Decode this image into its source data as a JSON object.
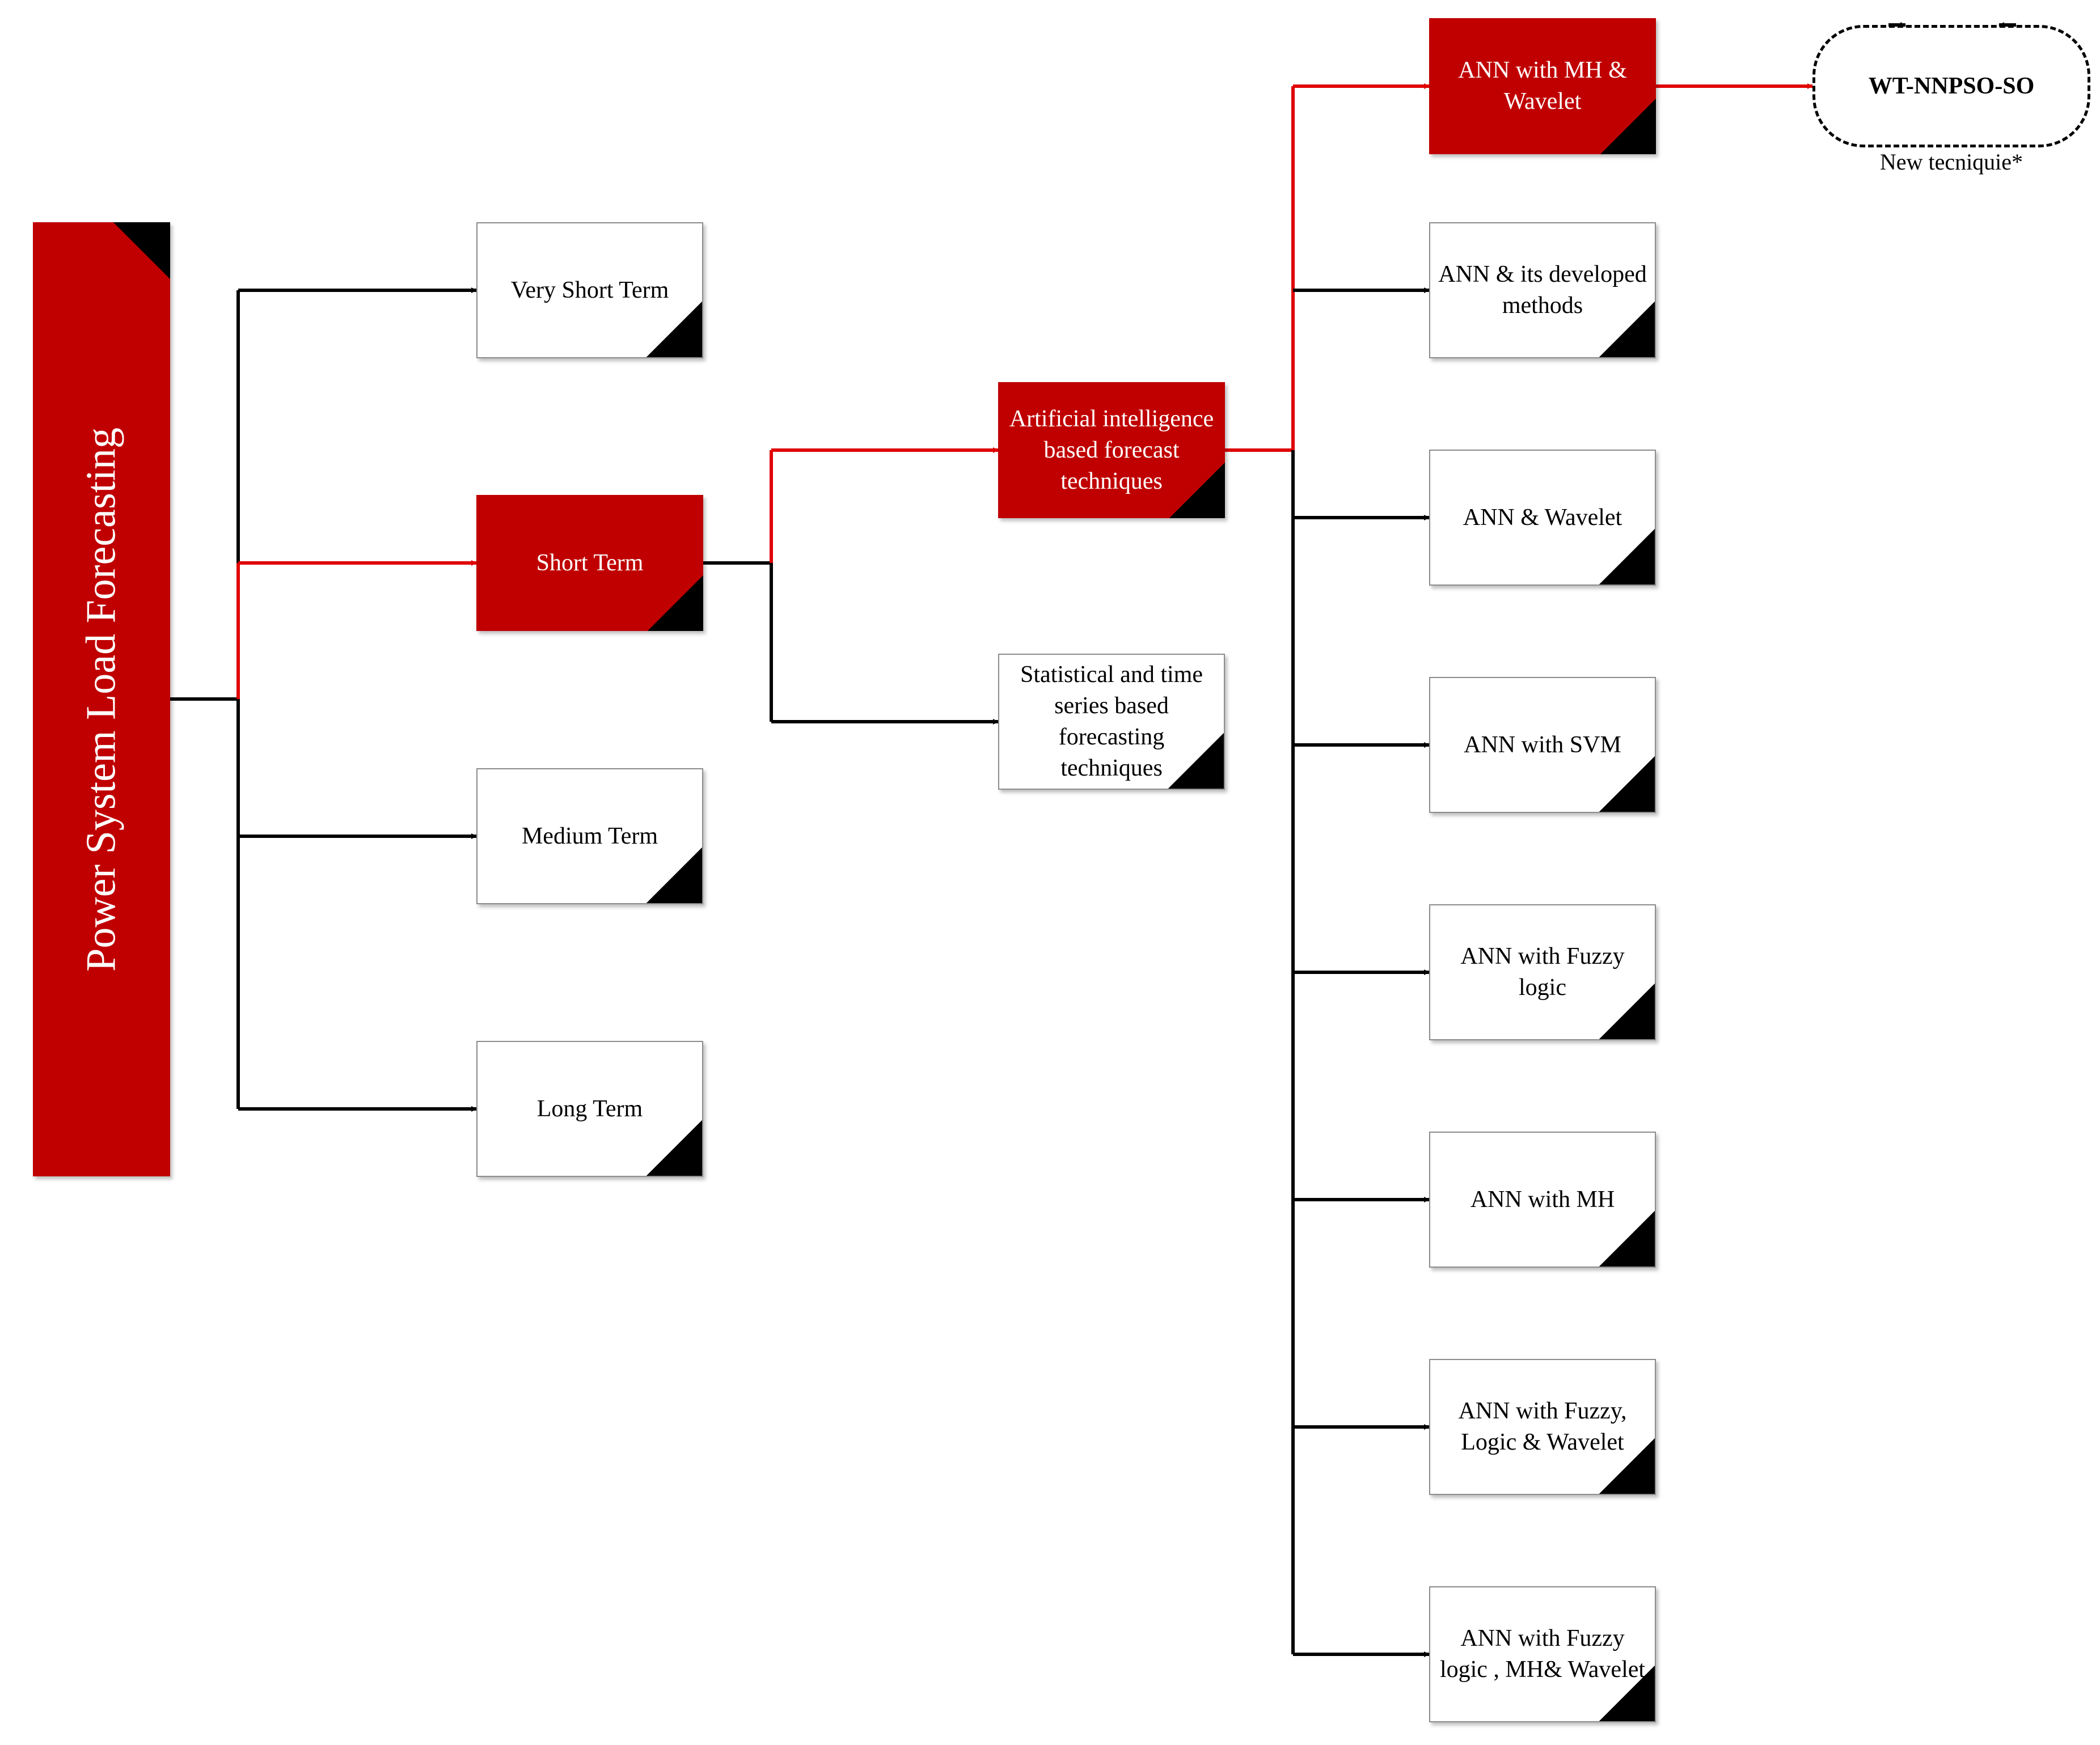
{
  "root": {
    "label": "Power System Load Forecasting"
  },
  "horizons": [
    {
      "label": "Very Short Term",
      "highlight": false
    },
    {
      "label": "Short Term",
      "highlight": true
    },
    {
      "label": "Medium Term",
      "highlight": false
    },
    {
      "label": "Long Term",
      "highlight": false
    }
  ],
  "technique_groups": [
    {
      "label": "Artificial intelligence based forecast techniques",
      "highlight": true
    },
    {
      "label": "Statistical and time series based forecasting techniques",
      "highlight": false
    }
  ],
  "ai_methods": [
    {
      "label": "ANN with MH & Wavelet",
      "highlight": true
    },
    {
      "label": "ANN & its developed methods",
      "highlight": false
    },
    {
      "label": "ANN & Wavelet",
      "highlight": false
    },
    {
      "label": "ANN with SVM",
      "highlight": false
    },
    {
      "label": "ANN with Fuzzy logic",
      "highlight": false
    },
    {
      "label": "ANN with MH",
      "highlight": false
    },
    {
      "label": "ANN with Fuzzy, Logic & Wavelet",
      "highlight": false
    },
    {
      "label": "ANN with Fuzzy logic , MH& Wavelet",
      "highlight": false
    }
  ],
  "new_technique": {
    "label": "WT-NNPSO-SO",
    "caption": "New tecniquie*"
  },
  "colors": {
    "highlight": "#c00000",
    "line": "#000000",
    "highlight_line": "#e00000"
  }
}
